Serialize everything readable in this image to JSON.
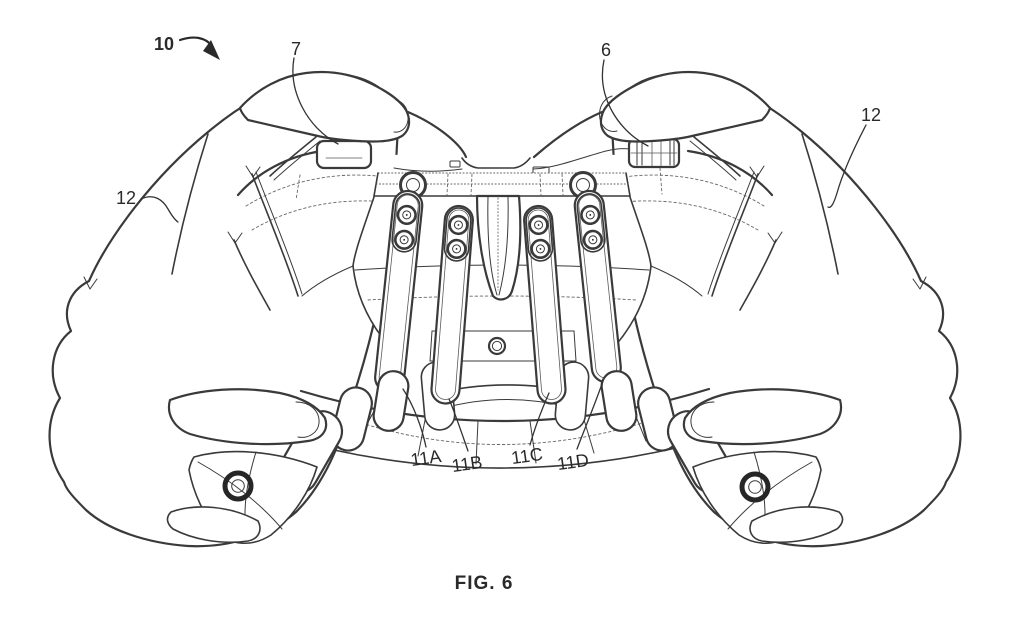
{
  "figure": {
    "caption": "FIG. 6",
    "labels": {
      "assembly": "10",
      "left_shoulder_button": "7",
      "right_shoulder_button": "6",
      "left_hand": "12",
      "right_hand": "12",
      "paddle_a": "11A",
      "paddle_b": "11B",
      "paddle_c": "11C",
      "paddle_d": "11D"
    },
    "colors": {
      "line": "#3a3a3a",
      "text": "#2a2a2a",
      "background": "#ffffff"
    }
  }
}
